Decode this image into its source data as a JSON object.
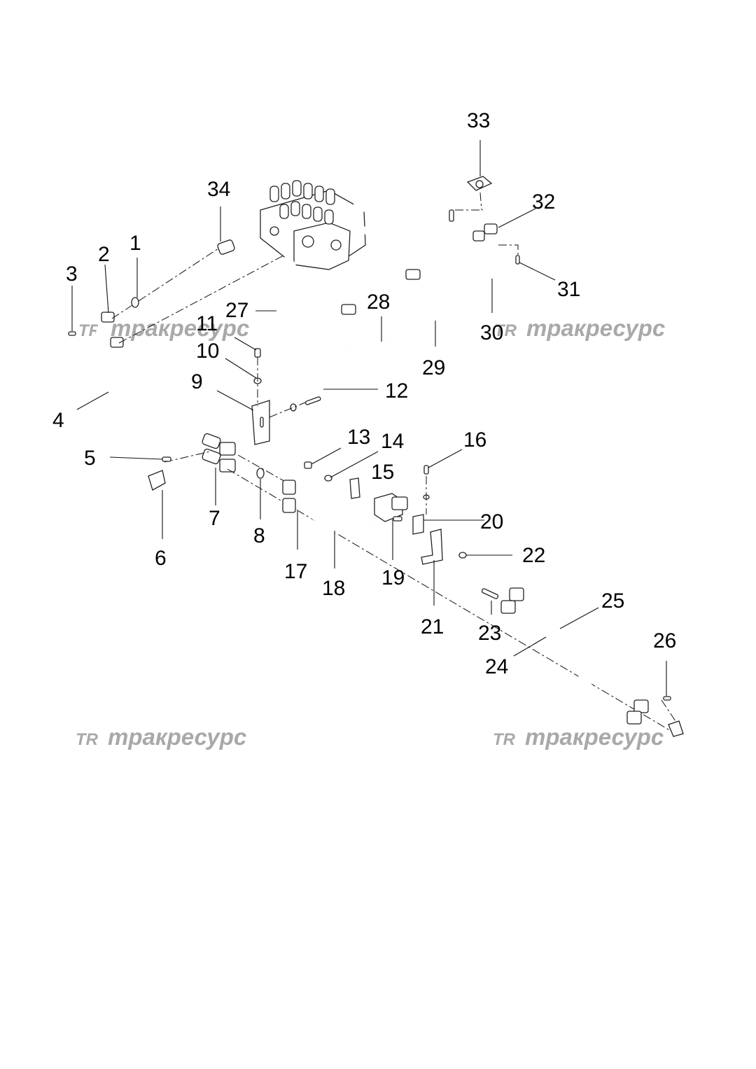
{
  "watermark": {
    "logo": "TR",
    "text": "тракресурс"
  },
  "labels": [
    "1",
    "2",
    "3",
    "4",
    "5",
    "6",
    "7",
    "8",
    "9",
    "10",
    "11",
    "12",
    "13",
    "14",
    "15",
    "16",
    "17",
    "18",
    "19",
    "20",
    "21",
    "22",
    "23",
    "24",
    "25",
    "26",
    "27",
    "28",
    "29",
    "30",
    "31",
    "32",
    "33",
    "34"
  ]
}
